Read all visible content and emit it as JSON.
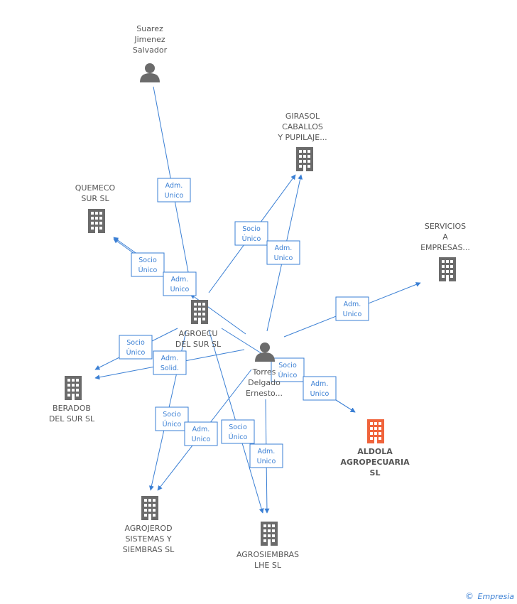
{
  "nodes": [
    {
      "id": "suarez",
      "kind": "person",
      "lines": [
        "Suarez",
        "Jimenez",
        "Salvador"
      ]
    },
    {
      "id": "girasol",
      "kind": "company",
      "lines": [
        "GIRASOL",
        "CABALLOS",
        "Y PUPILAJE..."
      ]
    },
    {
      "id": "quemeco",
      "kind": "company",
      "lines": [
        "QUEMECO",
        "SUR SL"
      ]
    },
    {
      "id": "servicios",
      "kind": "company",
      "lines": [
        "SERVICIOS",
        "A",
        "EMPRESAS..."
      ]
    },
    {
      "id": "agroecu",
      "kind": "company",
      "lines": [
        "AGROECU",
        "DEL SUR SL"
      ]
    },
    {
      "id": "torres",
      "kind": "person",
      "lines": [
        "Torres",
        "Delgado",
        "Ernesto..."
      ]
    },
    {
      "id": "beradob",
      "kind": "company",
      "lines": [
        "BERADOB",
        "DEL SUR SL"
      ]
    },
    {
      "id": "aldola",
      "kind": "company-main",
      "lines": [
        "ALDOLA",
        "AGROPECUARIA",
        "SL"
      ]
    },
    {
      "id": "agrojerod",
      "kind": "company",
      "lines": [
        "AGROJEROD",
        "SISTEMAS Y",
        "SIEMBRAS SL"
      ]
    },
    {
      "id": "agrosiembras",
      "kind": "company",
      "lines": [
        "AGROSIEMBRAS",
        "LHE SL"
      ]
    }
  ],
  "edge_labels": [
    {
      "id": "e1",
      "lines": [
        "Adm.",
        "Unico"
      ]
    },
    {
      "id": "e2",
      "lines": [
        "Socio",
        "Único"
      ]
    },
    {
      "id": "e3",
      "lines": [
        "Adm.",
        "Unico"
      ]
    },
    {
      "id": "e4",
      "lines": [
        "Socio",
        "Único"
      ]
    },
    {
      "id": "e5",
      "lines": [
        "Adm.",
        "Unico"
      ]
    },
    {
      "id": "e6",
      "lines": [
        "Adm.",
        "Unico"
      ]
    },
    {
      "id": "e7",
      "lines": [
        "Socio",
        "Único"
      ]
    },
    {
      "id": "e8",
      "lines": [
        "Adm.",
        "Solid."
      ]
    },
    {
      "id": "e9",
      "lines": [
        "Socio",
        "Único"
      ]
    },
    {
      "id": "e10",
      "lines": [
        "Adm.",
        "Unico"
      ]
    },
    {
      "id": "e11",
      "lines": [
        "Socio",
        "Único"
      ]
    },
    {
      "id": "e12",
      "lines": [
        "Adm.",
        "Unico"
      ]
    },
    {
      "id": "e13",
      "lines": [
        "Socio",
        "Único"
      ]
    },
    {
      "id": "e14",
      "lines": [
        "Adm.",
        "Unico"
      ]
    }
  ],
  "colors": {
    "edge": "#3a7fd4",
    "node": "#6b6b6b",
    "main": "#f0643c"
  },
  "footer": {
    "copyright": "©",
    "brand": "Empresia"
  }
}
